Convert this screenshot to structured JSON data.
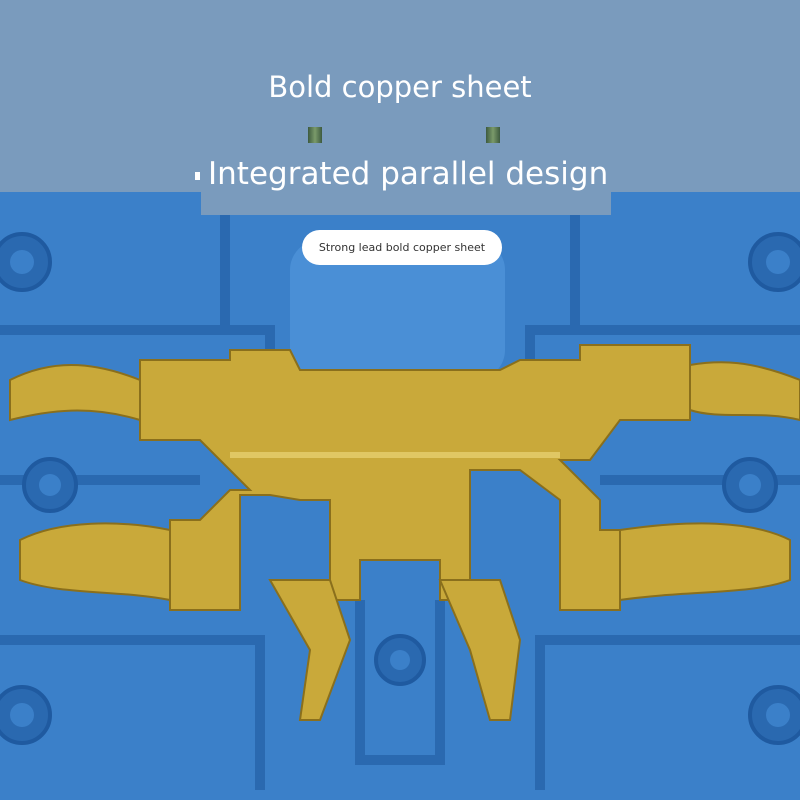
{
  "headline": "Bold copper sheet",
  "subheadline": "Integrated parallel design",
  "badge": "Strong lead bold copper sheet",
  "colors": {
    "overlay": "#7a9bbd",
    "plastic": "#3b80c9",
    "copper": "#c9a93a"
  }
}
